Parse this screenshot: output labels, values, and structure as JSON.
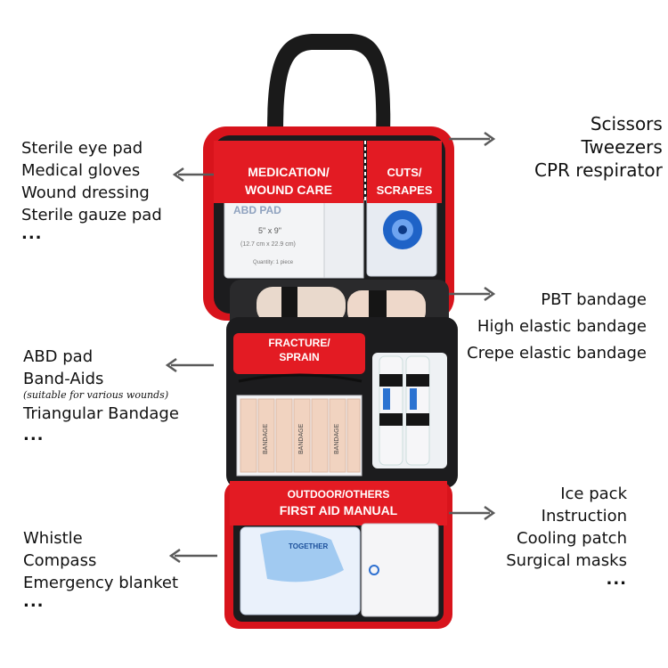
{
  "pouch": {
    "tab_med_line1": "MEDICATION/",
    "tab_med_line2": "WOUND CARE",
    "tab_cuts_line1": "CUTS/",
    "tab_cuts_line2": "SCRAPES",
    "tab_frac_line1": "FRACTURE/",
    "tab_frac_line2": "SPRAIN",
    "tab_out_line1": "OUTDOOR/OTHERS",
    "tab_out_line2": "FIRST AID MANUAL",
    "abd_title": "ABD PAD",
    "abd_size": "5\" x 9\"",
    "abd_metric": "(12.7 cm x 22.9 cm)",
    "abd_qty": "Quantity: 1 piece",
    "bandage_word": "BANDAGE",
    "together": "TOGETHER"
  },
  "callouts": {
    "medication": [
      "Sterile eye pad",
      "Medical gloves",
      "Wound dressing",
      "Sterile gauze pad",
      "..."
    ],
    "cuts": [
      "Scissors",
      "Tweezers",
      "CPR respirator"
    ],
    "bandages": [
      "PBT bandage",
      "High elastic bandage",
      "Crepe elastic bandage"
    ],
    "fracture": [
      "ABD pad",
      "Band-Aids",
      "(suitable for various wounds)",
      "Triangular Bandage",
      "..."
    ],
    "outdoor": [
      "Ice pack",
      "Instruction",
      "Cooling patch",
      "Surgical masks",
      "..."
    ],
    "misc": [
      "Whistle",
      "Compass",
      "Emergency blanket",
      "..."
    ]
  },
  "colors": {
    "pouch_red": "#e31b23",
    "pouch_black": "#1c1c1e",
    "arrow_gray": "#5a5a5a",
    "text": "#111111"
  }
}
